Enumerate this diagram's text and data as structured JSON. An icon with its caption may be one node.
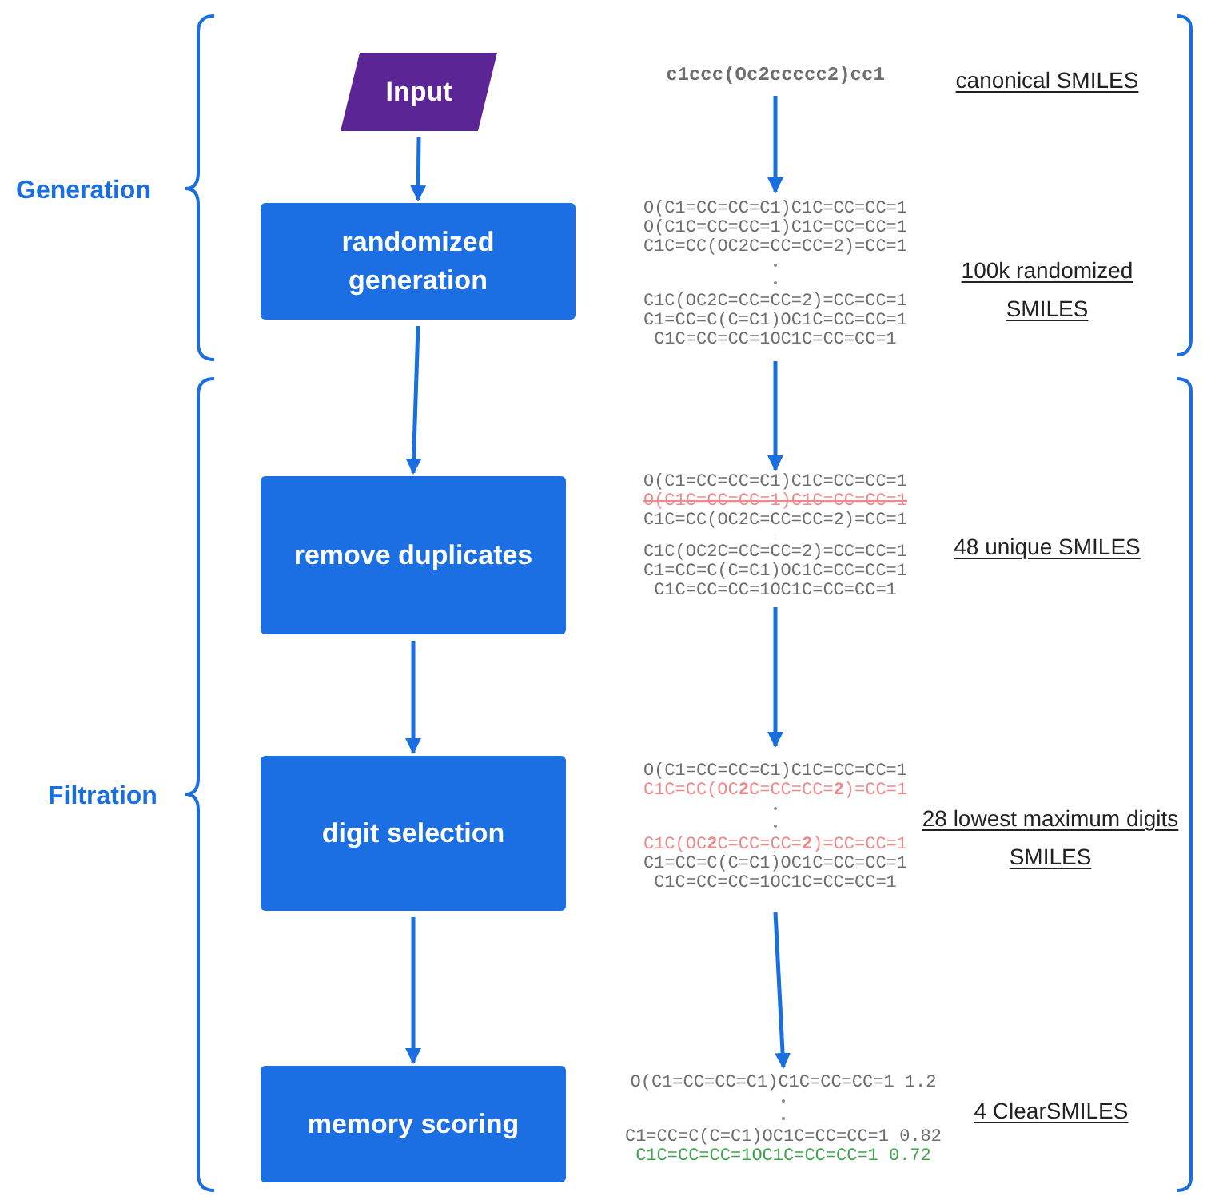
{
  "diagram": {
    "nodes": [
      {
        "text": [
          "Input"
        ]
      },
      {
        "text": [
          "randomized generation"
        ]
      },
      {
        "text": [
          "remove duplicates"
        ]
      },
      {
        "text": [
          "digit selection"
        ]
      },
      {
        "text": [
          "memory scoring"
        ]
      },
      {
        "text": [
          "c1ccc(Oc2ccccc2)cc1"
        ],
        "beside": [
          "canonical SMILES"
        ]
      },
      {
        "text": [
          "O(C1=CC=CC=C1)C1C=CC=CC=1",
          "O(C1C=CC=CC=1)C1C=CC=CC=1",
          "C1C=CC(OC2C=CC=CC=2)=CC=1",
          "C1C(OC2C=CC=CC=2)=CC=CC=1",
          "C1=CC=C(C=C1)OC1C=CC=CC=1",
          "C1C=CC=CC=1OC1C=CC=CC=1"
        ],
        "beside": [
          "100k randomized SMILES"
        ]
      },
      {
        "text": [
          "O(C1=CC=CC=C1)C1C=CC=CC=1",
          "O(C1C=CC=CC=1)C1C=CC=CC=1",
          "C1C=CC(OC2C=CC=CC=2)=CC=1",
          "C1C(OC2C=CC=CC=2)=CC=CC=1",
          "C1=CC=C(C=C1)OC1C=CC=CC=1",
          "C1C=CC=CC=1OC1C=CC=CC=1"
        ],
        "beside": [
          "48 unique SMILES"
        ]
      },
      {
        "text": [
          "O(C1=CC=CC=C1)C1C=CC=CC=1",
          "C1C=CC(OC**2**C=CC=CC=**2**)=CC=1",
          "C1C(OC**2**C=CC=CC=**2**)=CC=CC=1",
          "C1=CC=C(C=C1)OC1C=CC=CC=1",
          "C1C=CC=CC=1OC1C=CC=CC=1"
        ],
        "beside": [
          "28 lowest maximum digits SMILES"
        ]
      },
      {
        "text": [
          "O(C1=CC=CC=C1)C1C=CC=CC=1 1.2",
          "C1=CC=C(C=C1)OC1C=CC=CC=1 0.82",
          "C1C=CC=CC=1OC1C=CC=CC=1 0.72"
        ],
        "beside": [
          "4 ClearSMILES"
        ]
      }
    ],
    "edges": [
      {
        "from": 0,
        "to": 1,
        "arrow": "to"
      },
      {
        "from": 1,
        "to": 2,
        "arrow": "to"
      },
      {
        "from": 2,
        "to": 3,
        "arrow": "to"
      },
      {
        "from": 3,
        "to": 4,
        "arrow": "to"
      },
      {
        "from": 5,
        "to": 6,
        "arrow": "to"
      },
      {
        "from": 6,
        "to": 7,
        "arrow": "to"
      },
      {
        "from": 7,
        "to": 8,
        "arrow": "to"
      },
      {
        "from": 8,
        "to": 9,
        "arrow": "to"
      }
    ],
    "labels": [
      "Generation",
      "Filtration"
    ]
  }
}
